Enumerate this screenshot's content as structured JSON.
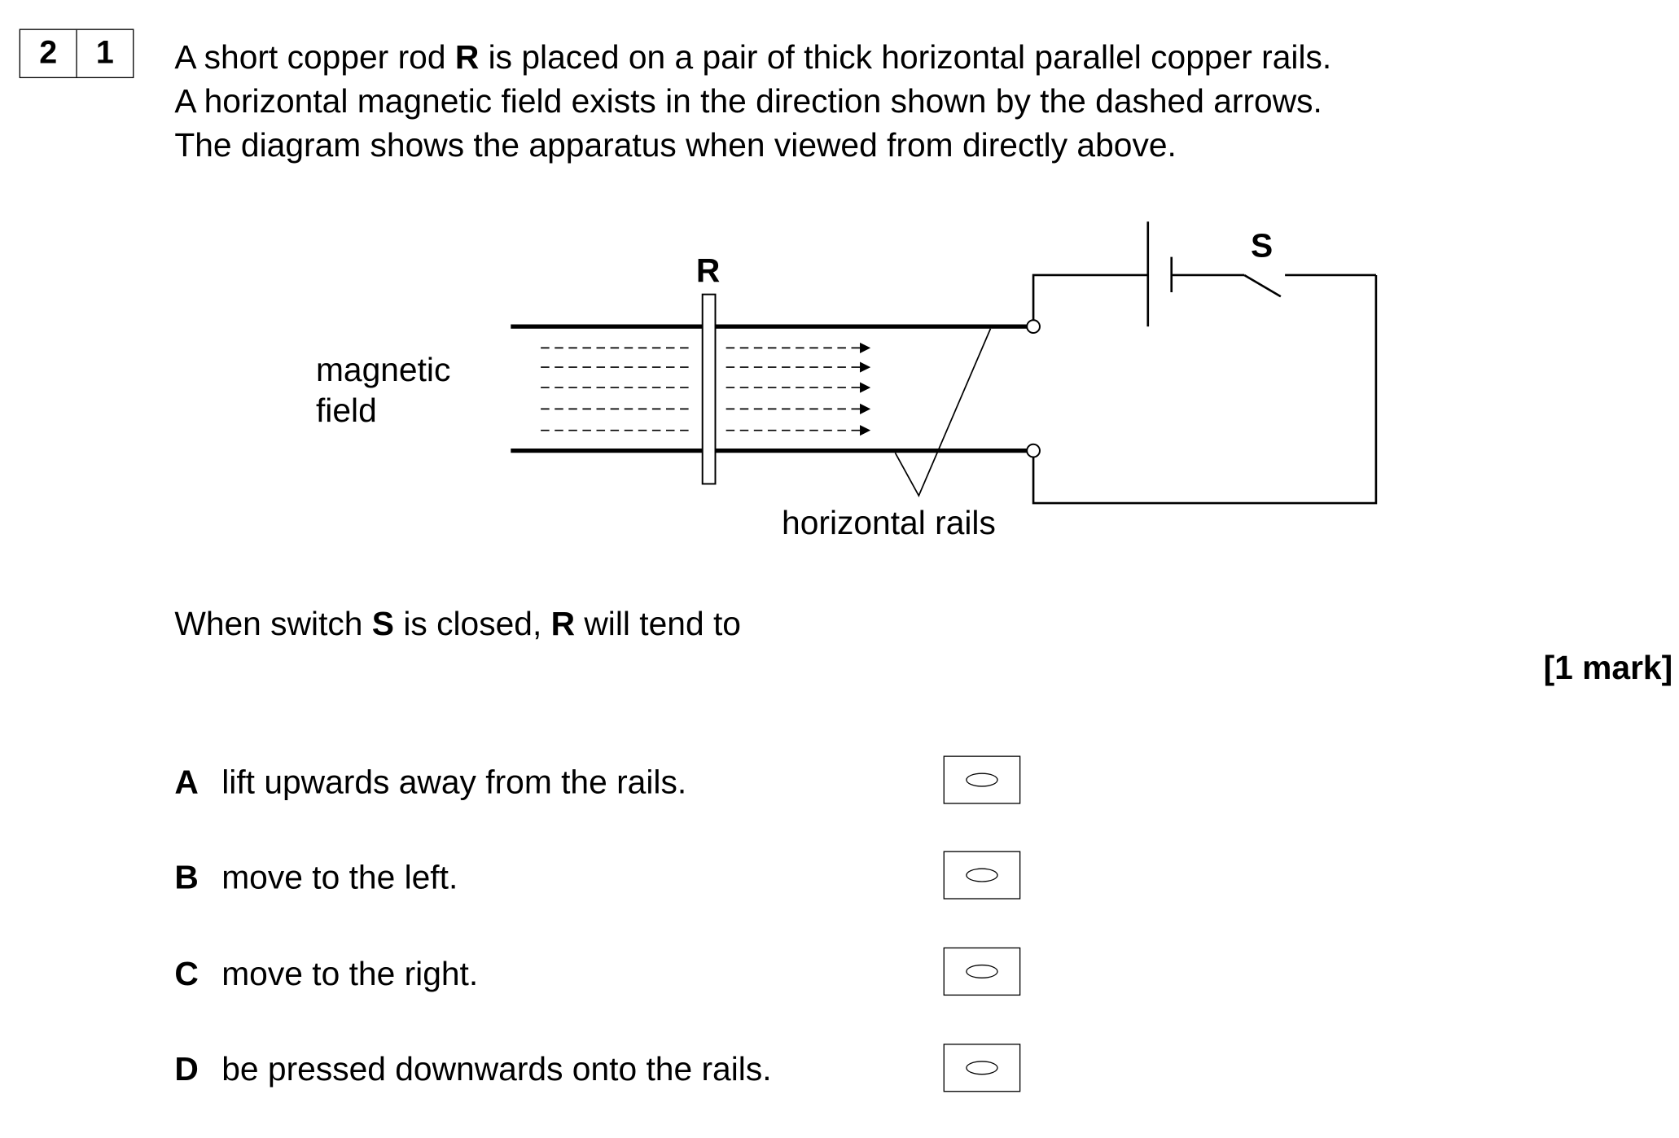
{
  "question": {
    "number_digits": [
      "2",
      "1"
    ],
    "intro_lines": [
      [
        "A short copper rod ",
        "R",
        " is placed on a pair of thick horizontal parallel copper rails."
      ],
      [
        "A horizontal magnetic field exists in the direction shown by the dashed arrows."
      ],
      [
        "The diagram shows the apparatus when viewed from directly above."
      ]
    ],
    "prompt": [
      "When switch ",
      "S",
      " is closed, ",
      "R",
      " will tend to"
    ],
    "marks": "[1 mark]"
  },
  "diagram": {
    "rod_label": "R",
    "switch_label": "S",
    "field_label_lines": [
      "magnetic",
      "field"
    ],
    "rails_label": "horizontal rails"
  },
  "options": [
    {
      "letter": "A",
      "text": "lift upwards away from the rails."
    },
    {
      "letter": "B",
      "text": "move to the left."
    },
    {
      "letter": "C",
      "text": "move to the right."
    },
    {
      "letter": "D",
      "text": "be pressed downwards onto the rails."
    }
  ]
}
